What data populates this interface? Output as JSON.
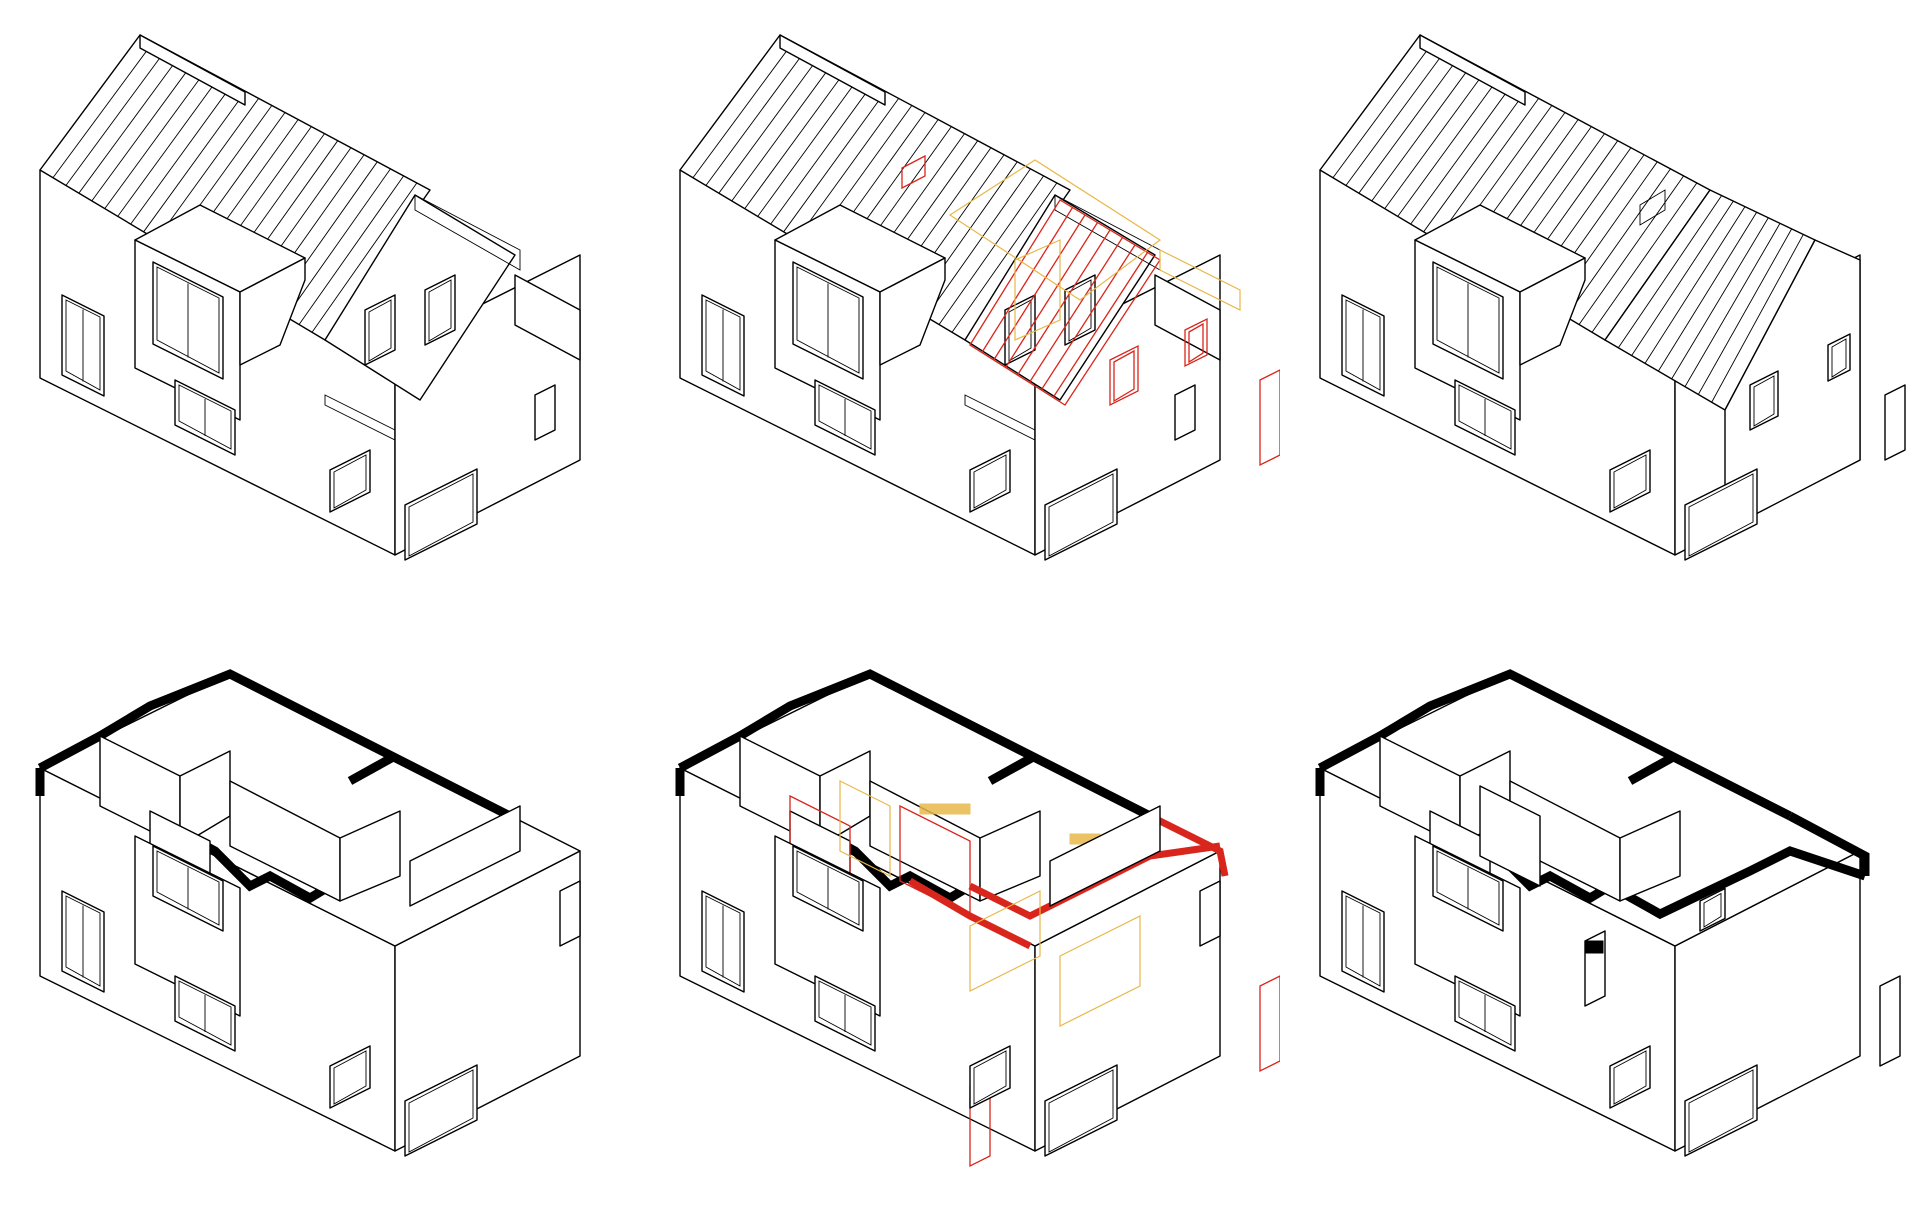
{
  "figure": {
    "panels": [
      {
        "id": "existing-roof",
        "view": "roof",
        "variant": "existing"
      },
      {
        "id": "changes-roof",
        "view": "roof",
        "variant": "changes"
      },
      {
        "id": "proposed-roof",
        "view": "roof",
        "variant": "proposed"
      },
      {
        "id": "existing-plan",
        "view": "cutaway",
        "variant": "existing"
      },
      {
        "id": "changes-plan",
        "view": "cutaway",
        "variant": "changes"
      },
      {
        "id": "proposed-plan",
        "view": "cutaway",
        "variant": "proposed"
      }
    ],
    "colors": {
      "line": "#000000",
      "background": "#ffffff",
      "demolition": "#d9261c",
      "new_construction": "#e8b84a"
    }
  }
}
